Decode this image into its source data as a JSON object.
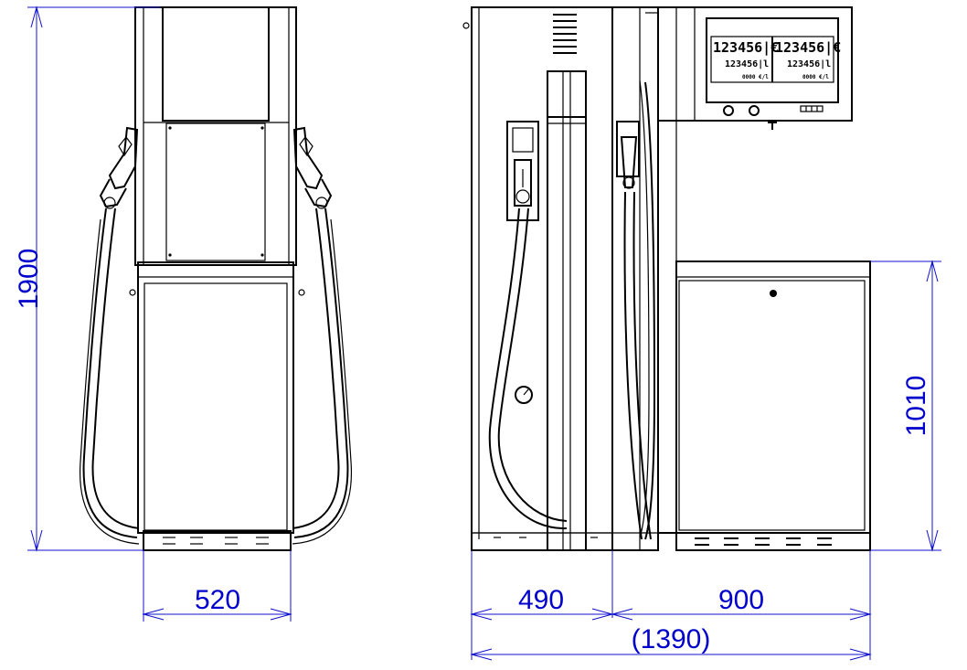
{
  "dimensions": {
    "height_total": "1900",
    "width_front": "520",
    "depth_column": "490",
    "depth_cabinet": "900",
    "depth_total": "(1390)",
    "height_cabinet": "1010"
  },
  "display": {
    "left": {
      "amount": "123456|€",
      "volume": "123456|l",
      "price": "0000 €/l"
    },
    "right": {
      "amount": "123456|€",
      "volume": "123456|l",
      "price": "0000 €/l"
    }
  },
  "colors": {
    "dimension": "#0000cc",
    "line": "#000000"
  }
}
